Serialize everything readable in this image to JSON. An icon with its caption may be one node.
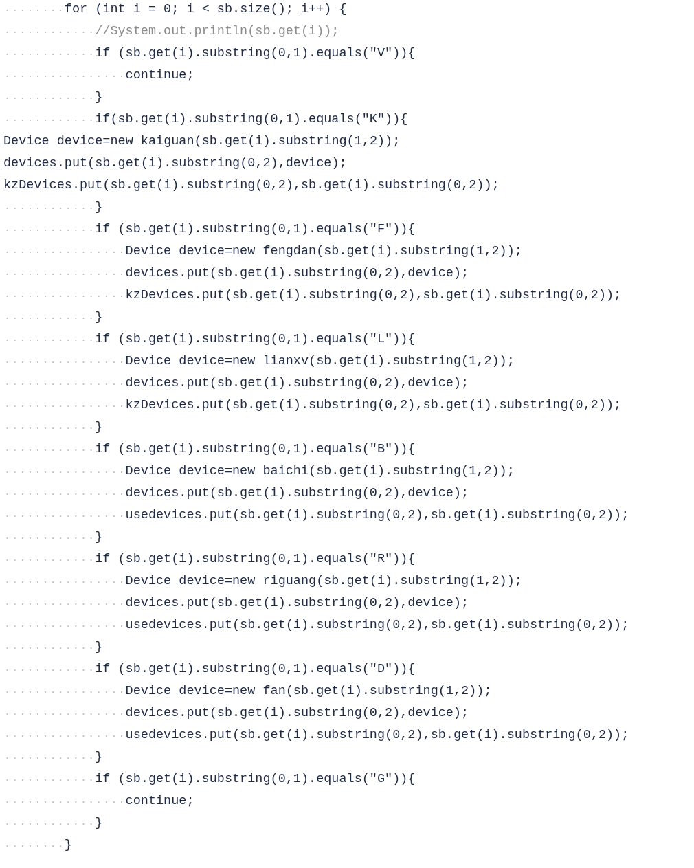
{
  "diagram": {
    "labels": [
      "for (int i = 0; i < sb.size(); i++) {",
      "//System.out.println(sb.get(i));",
      "if (sb.get(i).substring(0,1).equals(\"V\")){",
      "continue;",
      "}",
      "if(sb.get(i).substring(0,1).equals(\"K\")){",
      "Device device=new kaiguan(sb.get(i).substring(1,2));",
      "devices.put(sb.get(i).substring(0,2),device);",
      "kzDevices.put(sb.get(i).substring(0,2),sb.get(i).substring(0,2));",
      "}",
      "if (sb.get(i).substring(0,1).equals(\"F\")){",
      "Device device=new fengdan(sb.get(i).substring(1,2));",
      "devices.put(sb.get(i).substring(0,2),device);",
      "kzDevices.put(sb.get(i).substring(0,2),sb.get(i).substring(0,2));",
      "}",
      "if (sb.get(i).substring(0,1).equals(\"L\")){",
      "Device device=new lianxv(sb.get(i).substring(1,2));",
      "devices.put(sb.get(i).substring(0,2),device);",
      "kzDevices.put(sb.get(i).substring(0,2),sb.get(i).substring(0,2));",
      "}",
      "if (sb.get(i).substring(0,1).equals(\"B\")){",
      "Device device=new baichi(sb.get(i).substring(1,2));",
      "devices.put(sb.get(i).substring(0,2),device);",
      "usedevices.put(sb.get(i).substring(0,2),sb.get(i).substring(0,2));",
      "}",
      "if (sb.get(i).substring(0,1).equals(\"R\")){",
      "Device device=new riguang(sb.get(i).substring(1,2));",
      "devices.put(sb.get(i).substring(0,2),device);",
      "usedevices.put(sb.get(i).substring(0,2),sb.get(i).substring(0,2));",
      "}",
      "if (sb.get(i).substring(0,1).equals(\"D\")){",
      "Device device=new fan(sb.get(i).substring(1,2));",
      "devices.put(sb.get(i).substring(0,2),device);",
      "usedevices.put(sb.get(i).substring(0,2),sb.get(i).substring(0,2));",
      "}",
      "if (sb.get(i).substring(0,1).equals(\"G\")){",
      "continue;",
      "}",
      "}"
    ]
  }
}
